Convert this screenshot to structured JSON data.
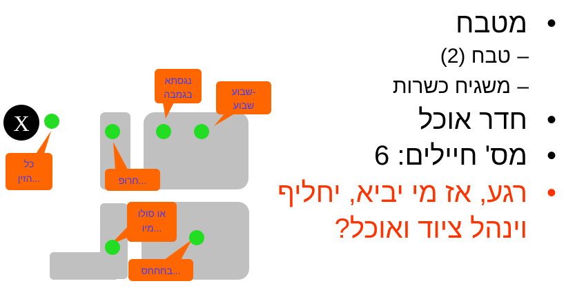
{
  "slide": {
    "bullets": [
      {
        "level": 1,
        "text": "מטבח"
      },
      {
        "level": 2,
        "text": "טבח (2)"
      },
      {
        "level": 2,
        "text": "משגיח כשרות"
      },
      {
        "level": 1,
        "text": "חדר אוכל"
      },
      {
        "level": 1,
        "text": "מס' חיילים: 6"
      },
      {
        "level": 1,
        "text_line1": "רגע, אז מי יביא, יחליף",
        "text_line2": "וינהל ציוד ואוכל?",
        "color": "#ff3300"
      }
    ],
    "bullet_symbol": "•",
    "dash_symbol": "–"
  },
  "diagram": {
    "x_label": "X",
    "callouts": {
      "nagasta": "נגסתא בגמבה",
      "shavua": "שבוע-שבוע",
      "kol_hazin": "כל הזין...",
      "haruf": "חרופ...",
      "o_solo": "או סולו מיו...",
      "bahhahs": "בחחחס..."
    },
    "colors": {
      "room": "#c0c0c0",
      "person": "#22dd22",
      "callout_fill": "#ff6600",
      "callout_text": "#3a3aff",
      "x_circle": "#000000"
    }
  }
}
